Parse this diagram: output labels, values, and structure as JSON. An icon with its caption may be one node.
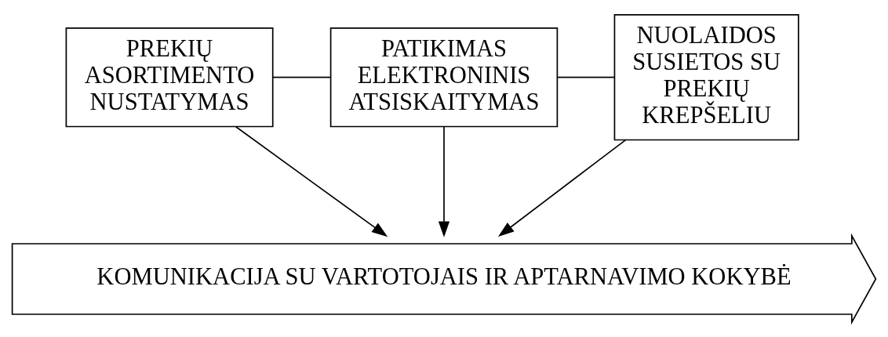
{
  "diagram": {
    "nodes": [
      {
        "text": [
          "PREKIŲ ASORTIMENTO NUSTATYMAS"
        ]
      },
      {
        "text": [
          "PATIKIMAS ELEKTRONINIS ATSISKAITYMAS"
        ]
      },
      {
        "text": [
          "NUOLAIDOS SUSIETOS SU PREKIŲ KREPŠELIU"
        ]
      },
      {
        "text": [
          "KOMUNIKACIJA SU VARTOTOJAIS IR APTARNAVIMO KOKYBĖ"
        ]
      }
    ],
    "edges": [
      {
        "from": 0,
        "to": 1,
        "arrow": "none"
      },
      {
        "from": 1,
        "to": 2,
        "arrow": "none"
      },
      {
        "from": 0,
        "to": 3,
        "arrow": "to"
      },
      {
        "from": 1,
        "to": 3,
        "arrow": "to"
      },
      {
        "from": 2,
        "to": 3,
        "arrow": "to"
      }
    ]
  }
}
